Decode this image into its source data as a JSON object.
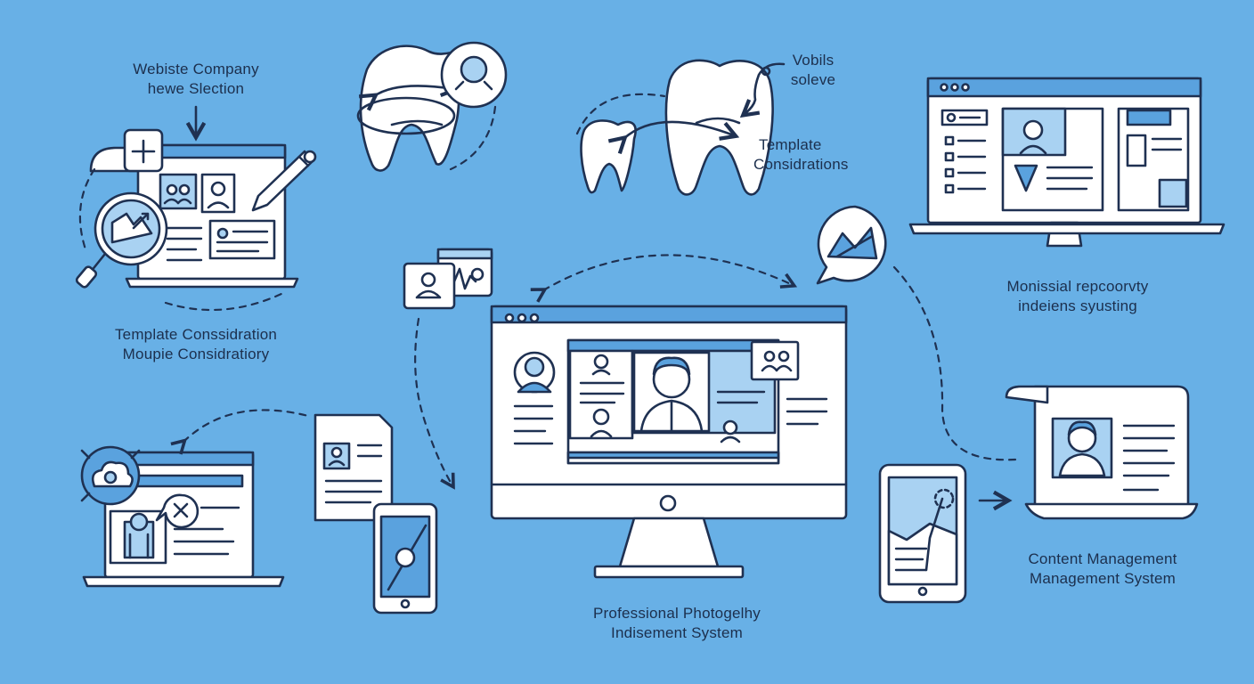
{
  "labels": {
    "website_company": [
      "Webiste Company",
      "hewe Slection"
    ],
    "vobils": [
      "Vobils",
      "soleve"
    ],
    "template_considerations": [
      "Template",
      "Considrations"
    ],
    "monissial": [
      "Monissial repcoorvty",
      "indeiens syusting"
    ],
    "template_consideration_left": [
      "Template Conssidration",
      "Moupie Considratiory"
    ],
    "content_management": [
      "Content  Management",
      "Management System"
    ],
    "professional_photography": [
      "Professional Photogelhy",
      "Indisement System"
    ]
  },
  "icons": [
    "tooth-icon",
    "magnifier-icon",
    "pencil-icon",
    "plus-badge-icon",
    "cloud-icon",
    "chat-bubble-icon",
    "profile-avatar-icon",
    "smartphone-icon",
    "tablet-icon",
    "monitor-icon",
    "laptop-icon"
  ],
  "colors": {
    "background": "#68b0e6",
    "ink": "#1f3152",
    "accent": "#5aa2de",
    "light": "#a9d2f2",
    "paper": "#ffffff"
  }
}
